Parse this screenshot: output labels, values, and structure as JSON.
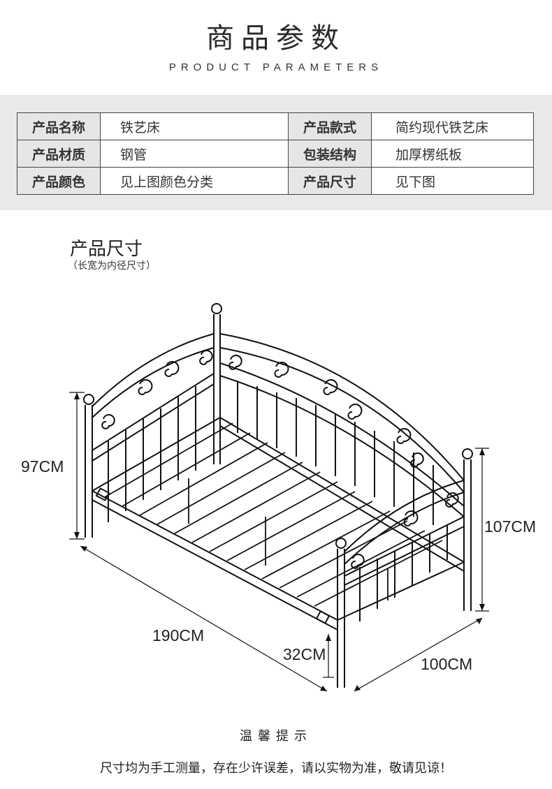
{
  "header": {
    "title": "商品参数",
    "subtitle": "PRODUCT PARAMETERS"
  },
  "params": [
    [
      {
        "key": "产品名称",
        "value": "铁艺床"
      },
      {
        "key": "产品款式",
        "value": "简约现代铁艺床"
      }
    ],
    [
      {
        "key": "产品材质",
        "value": "钢管"
      },
      {
        "key": "包装结构",
        "value": "加厚楞纸板"
      }
    ],
    [
      {
        "key": "产品颜色",
        "value": "见上图颜色分类"
      },
      {
        "key": "产品尺寸",
        "value": "见下图"
      }
    ]
  ],
  "dimensions": {
    "title": "产品尺寸",
    "note": "（长宽为内径尺寸）",
    "height_left": "97CM",
    "height_right": "107CM",
    "length": "190CM",
    "leg": "32CM",
    "width": "100CM"
  },
  "tips": {
    "title": "温馨提示",
    "text": "尺寸均为手工测量，存在少许误差，请以实物为准，敬请见谅！"
  }
}
